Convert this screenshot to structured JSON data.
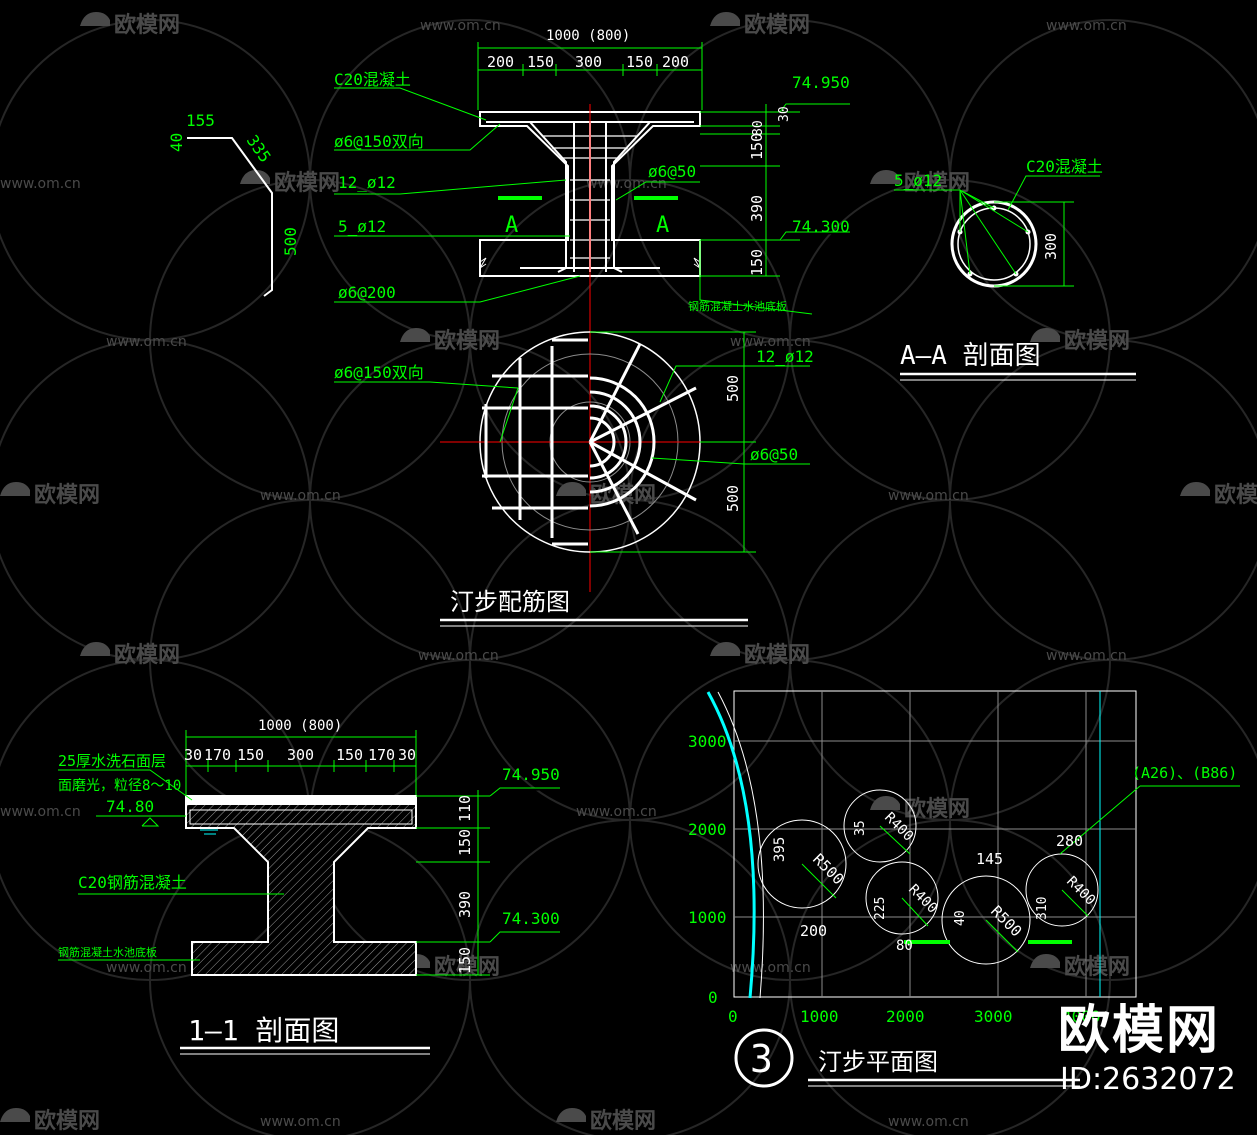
{
  "watermark": {
    "brand": "欧模网",
    "site": "www.om.cn"
  },
  "logo": {
    "brand": "欧模网",
    "id_text": "ID:2632072"
  },
  "colors": {
    "green": "#00ff00",
    "white": "#ffffff",
    "cyan": "#00ffff",
    "red": "#ff0000",
    "grey": "#8c8c8c"
  },
  "bar_shape": {
    "d155": "155",
    "d40": "40",
    "d335": "335",
    "d500": "500"
  },
  "rebar_section": {
    "top_dim": "1000 (800)",
    "sub_dims": [
      "200",
      "150",
      "300",
      "150",
      "200"
    ],
    "elev_top": "74.950",
    "elev_mid": "74.300",
    "v_dims": [
      "30",
      "80",
      "150",
      "390",
      "150"
    ],
    "labels": {
      "concrete": "C20混凝土",
      "mesh_top": "ø6@150双向",
      "ring_bars": "12_ø12",
      "stirrup": "ø6@50",
      "vert_bars": "5_ø12",
      "stirrup_base": "ø6@200",
      "base_plate": "钢筋混凝土水池底板"
    },
    "section_mark": "A"
  },
  "section_aa": {
    "bars": "5_ø12",
    "concrete": "C20混凝土",
    "dim": "300",
    "title": "A—A 剖面图"
  },
  "rebar_plan": {
    "mesh": "ø6@150双向",
    "ring": "12_ø12",
    "stirrup": "ø6@50",
    "dim_top": "500",
    "dim_bottom": "500",
    "title": "汀步配筋图"
  },
  "section_11": {
    "top_dim": "1000 (800)",
    "sub_dims": [
      "30",
      "170",
      "150",
      "300",
      "150",
      "170",
      "30"
    ],
    "finish_line1": "25厚水洗石面层",
    "finish_line2": "面磨光，粒径8～10",
    "water_level": "74.80",
    "elev_top": "74.950",
    "elev_mid": "74.300",
    "v_dims": [
      "110",
      "150",
      "390",
      "150"
    ],
    "concrete": "C20钢筋混凝土",
    "base_plate": "钢筋混凝土水池底板",
    "title": "1—1 剖面图"
  },
  "plan": {
    "x_ticks": [
      "0",
      "1000",
      "2000",
      "3000",
      "4000"
    ],
    "y_ticks": [
      "0",
      "1000",
      "2000",
      "3000"
    ],
    "ref": "(A26)、(B86)",
    "circle_dims": [
      "395",
      "R500",
      "35",
      "R400",
      "225",
      "R400",
      "40",
      "R500",
      "310",
      "R400",
      "200",
      "80",
      "145",
      "280"
    ],
    "number": "3",
    "title": "汀步平面图"
  }
}
